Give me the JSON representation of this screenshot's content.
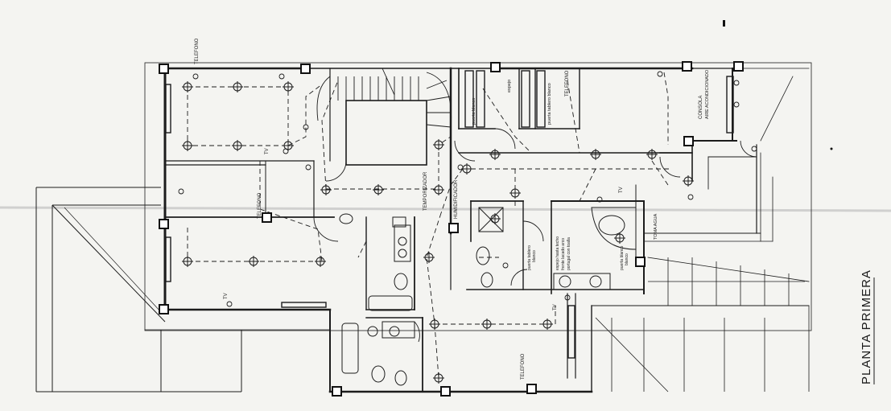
{
  "drawing": {
    "title": "PLANTA PRIMERA",
    "colors": {
      "ink": "#1c1c1c",
      "paper": "#f4f4f1",
      "fold": "#b9b9b9"
    }
  },
  "labels": {
    "telefono": "TELEFONO",
    "tv": "TV",
    "temporizador": "TEMPORIZADOR",
    "humidificador": "HUMIDIFICADOR",
    "consola": "CONSOLA",
    "aire": "AIRE ACONDICIONADO",
    "puerta_blanco": "puerta blanco",
    "espejo": "espejo",
    "puerta_tablero_blanco": "puerta tablero blanco",
    "toma_agua": "TOMA AGUA",
    "puerta_blanco_2": "puerta blanco",
    "espejo_hasta_techo": "espejo hasta techo",
    "frente_lacado": "frente lacado arco",
    "portugal": "portugal con toalla",
    "puerta_tablero": "puerta tablero",
    "blanco": "blanco"
  }
}
